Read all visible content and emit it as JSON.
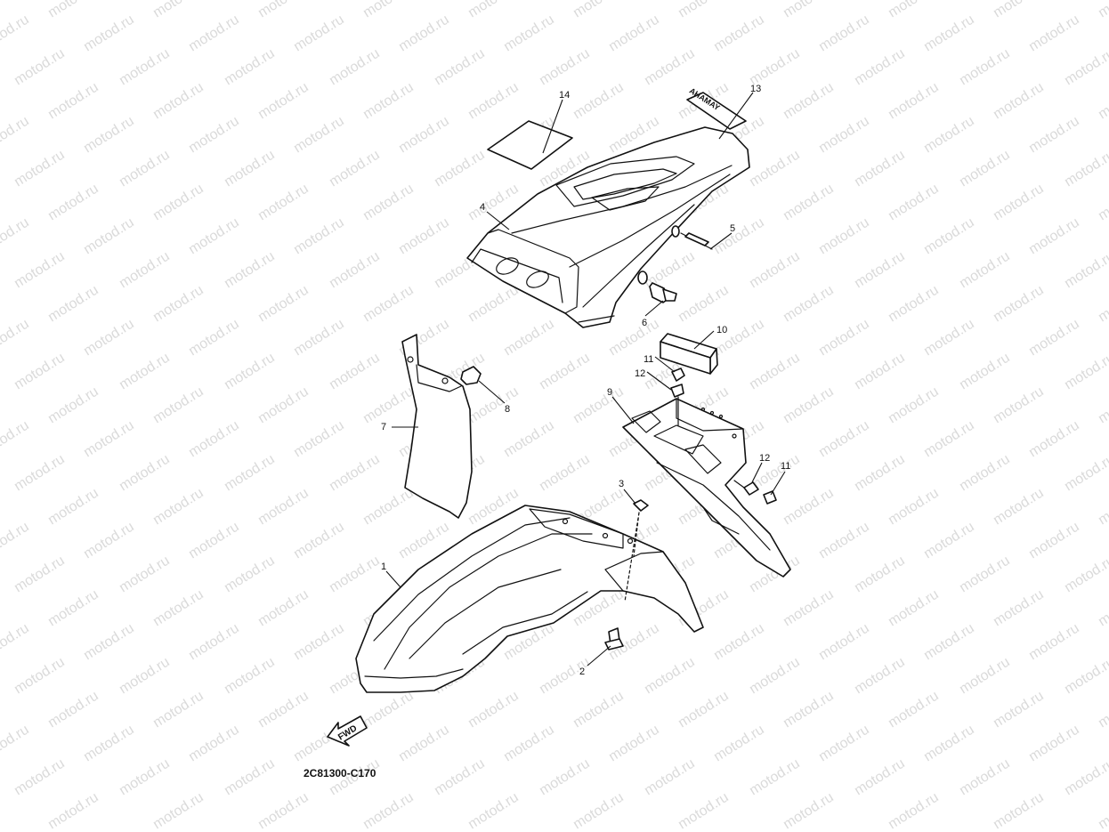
{
  "watermark": "motod.ru",
  "diagram_code": "2C81300-C170",
  "fwd_label": "FWD",
  "decal_text": "YAMAHA",
  "callouts": [
    {
      "id": "c1",
      "label": "1"
    },
    {
      "id": "c2",
      "label": "2"
    },
    {
      "id": "c3",
      "label": "3"
    },
    {
      "id": "c4",
      "label": "4"
    },
    {
      "id": "c5",
      "label": "5"
    },
    {
      "id": "c6",
      "label": "6"
    },
    {
      "id": "c7",
      "label": "7"
    },
    {
      "id": "c8",
      "label": "8"
    },
    {
      "id": "c9",
      "label": "9"
    },
    {
      "id": "c10",
      "label": "10"
    },
    {
      "id": "c11a",
      "label": "11"
    },
    {
      "id": "c12a",
      "label": "12"
    },
    {
      "id": "c12b",
      "label": "12"
    },
    {
      "id": "c11b",
      "label": "11"
    },
    {
      "id": "c13",
      "label": "13"
    },
    {
      "id": "c14",
      "label": "14"
    }
  ]
}
